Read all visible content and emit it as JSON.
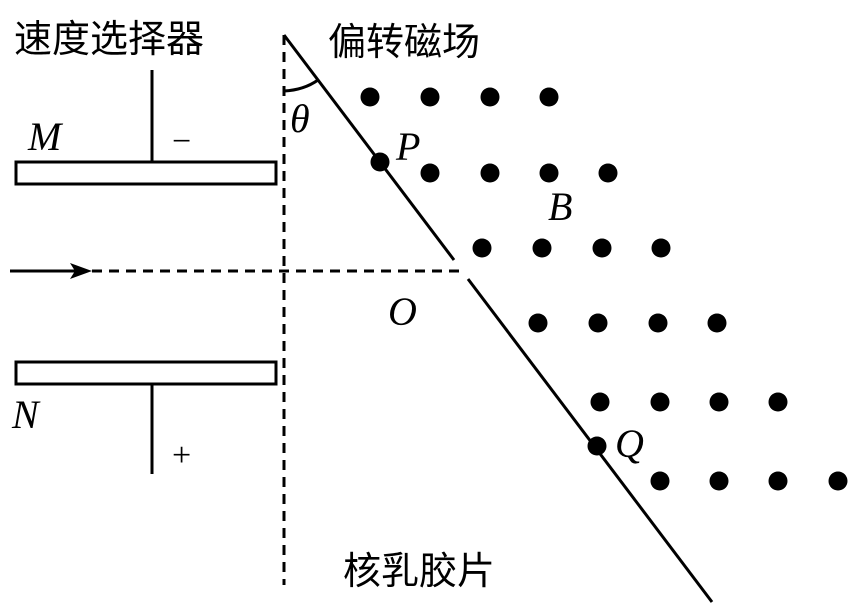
{
  "labels": {
    "velocity_selector": "速度选择器",
    "deflection_field": "偏转磁场",
    "emulsion_plate": "核乳胶片",
    "plate_m": "M",
    "plate_n": "N",
    "minus": "−",
    "plus": "+",
    "theta": "θ",
    "point_p": "P",
    "point_o": "O",
    "point_q": "Q",
    "field_b": "B"
  },
  "colors": {
    "ink": "#000000",
    "background": "#ffffff"
  }
}
